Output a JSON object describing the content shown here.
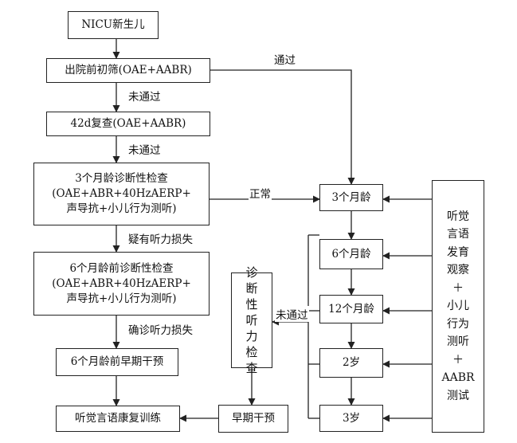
{
  "nodes": {
    "nicu": "NICU新生儿",
    "initial_screen": "出院前初筛(OAE+AABR)",
    "recheck_42d": "42d复查(OAE+AABR)",
    "diag3": [
      "3个月龄诊断性检查",
      "(OAE+ABR+40HzAERP+",
      "声导抗+小儿行为测听)"
    ],
    "diag6": [
      "6个月龄前诊断性检查",
      "(OAE+ABR+40HzAERP+",
      "声导抗+小儿行为测听)"
    ],
    "intervention6": "6个月龄前早期干预",
    "rehab": "听觉言语康复训练",
    "early": "早期干预",
    "diag_hearing": "诊断性听力检查",
    "age3m": "3个月龄",
    "age6m": "6个月龄",
    "age12m": "12个月龄",
    "age2y": "2岁",
    "age3y": "3岁",
    "follow": [
      "听觉",
      "言语",
      "发育",
      "观察",
      "＋",
      "小儿",
      "行为",
      "测听",
      "＋",
      "AABR",
      "测试"
    ]
  },
  "edges": {
    "pass": "通过",
    "fail1": "未通过",
    "fail2": "未通过",
    "normal": "正常",
    "suspected": "疑有听力损失",
    "confirmed": "确诊听力损失",
    "fail3": "未通过"
  }
}
